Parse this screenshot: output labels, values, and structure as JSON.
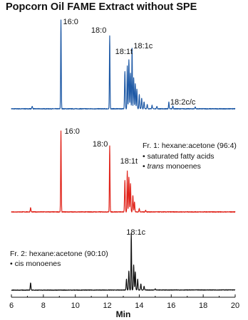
{
  "title": "Popcorn Oil FAME Extract without SPE",
  "chart_data": [
    {
      "type": "line",
      "title": "Popcorn Oil FAME Extract without SPE",
      "xlabel": "Min",
      "xlim": [
        6,
        20
      ],
      "color": "#1f5aa6",
      "peaks": [
        {
          "x": 9.1,
          "h": 1.0,
          "label": "16:0"
        },
        {
          "x": 12.15,
          "h": 0.82,
          "label": "18:0"
        },
        {
          "x": 13.25,
          "h": 0.48,
          "label": "18:1t"
        },
        {
          "x": 13.55,
          "h": 0.68,
          "label": "18:1c"
        },
        {
          "x": 15.85,
          "h": 0.08,
          "label": "18:2c/c"
        }
      ],
      "annotations": []
    },
    {
      "type": "line",
      "xlabel": "Min",
      "xlim": [
        6,
        20
      ],
      "color": "#e0241b",
      "peaks": [
        {
          "x": 9.1,
          "h": 0.98,
          "label": "16:0"
        },
        {
          "x": 12.15,
          "h": 0.8,
          "label": "18:0"
        },
        {
          "x": 13.25,
          "h": 0.5,
          "label": "18:1t"
        }
      ],
      "annotations": [
        {
          "text": "Fr. 1: hexane:acetone (96:4)"
        },
        {
          "text": "• saturated fatty acids"
        },
        {
          "text": "• trans monoenes",
          "italic_word": "trans"
        }
      ]
    },
    {
      "type": "line",
      "xlabel": "Min",
      "xlim": [
        6,
        20
      ],
      "color": "#111111",
      "peaks": [
        {
          "x": 13.5,
          "h": 0.95,
          "label": "18:1c"
        }
      ],
      "annotations": [
        {
          "text": "Fr. 2: hexane:acetone (90:10)"
        },
        {
          "text": "• cis monoenes"
        }
      ]
    }
  ],
  "x_axis": {
    "ticks": [
      "6",
      "8",
      "10",
      "12",
      "14",
      "16",
      "18",
      "20"
    ],
    "label": "Min"
  }
}
